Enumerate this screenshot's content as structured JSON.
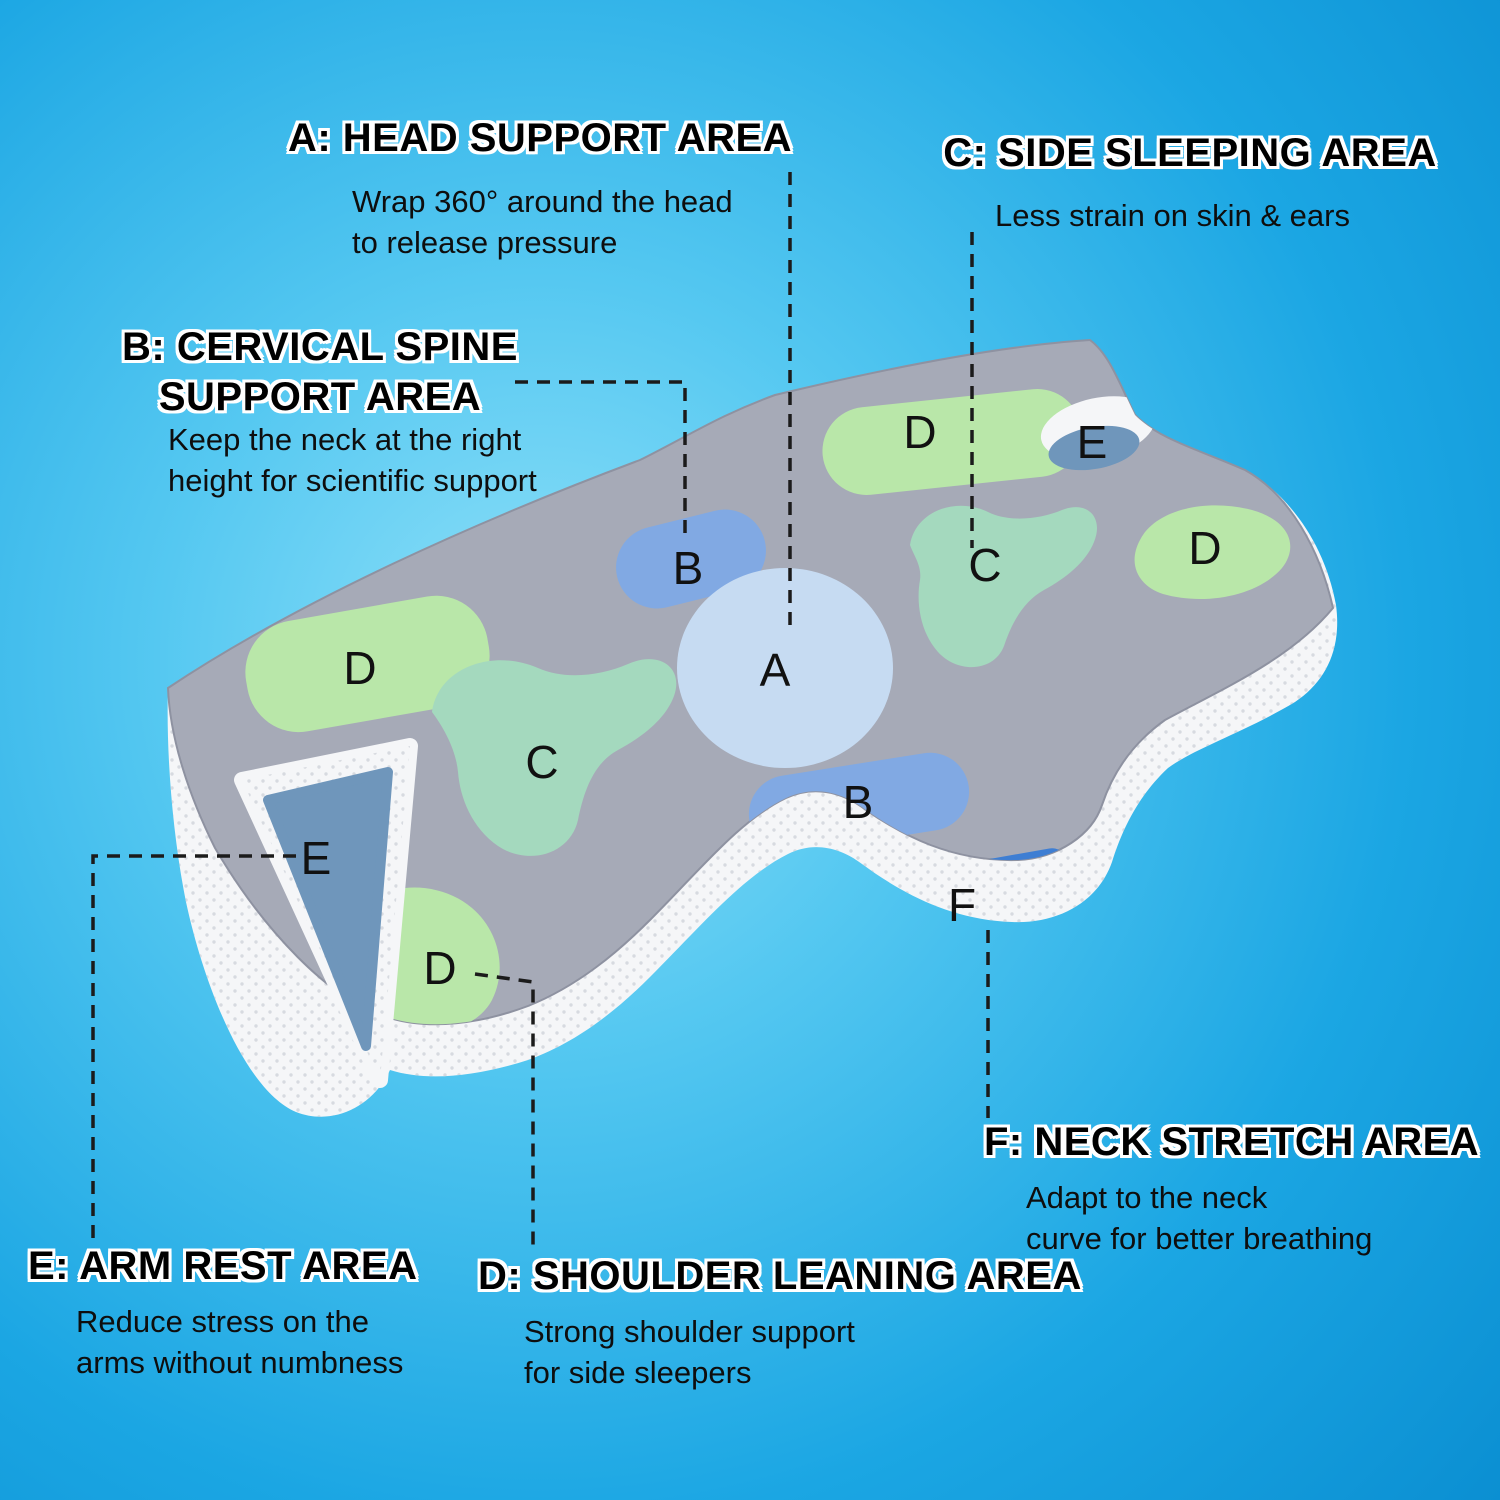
{
  "colors": {
    "bg_center": "#8fe0f8",
    "bg_edge": "#0b8fd2",
    "pillow_gray": "#a6aab7",
    "pillow_edge": "#8e92a1",
    "mesh_white": "#f5f6f8",
    "mesh_dot": "#cfd3da",
    "zone_a": "#c6dbf2",
    "zone_b": "#81a9e3",
    "zone_c": "#a4d9be",
    "zone_d": "#b9e7a9",
    "zone_e": "#6f96bb",
    "zone_f": "#3e7ed3",
    "leader_line": "#1b1b1b"
  },
  "annotations": {
    "a": {
      "title": "A: HEAD SUPPORT AREA",
      "line1": "Wrap 360° around the head",
      "line2": "to release pressure"
    },
    "c": {
      "title": "C: SIDE SLEEPING AREA",
      "line1": "Less strain on skin & ears"
    },
    "b": {
      "title_line1": "B: CERVICAL SPINE",
      "title_line2": "SUPPORT AREA",
      "line1": "Keep the neck at the right",
      "line2": "height for scientific support"
    },
    "e": {
      "title": "E: ARM REST AREA",
      "line1": "Reduce stress on the",
      "line2": "arms without numbness"
    },
    "d": {
      "title": "D: SHOULDER LEANING AREA",
      "line1": "Strong shoulder support",
      "line2": "for side sleepers"
    },
    "f": {
      "title": "F: NECK STRETCH AREA",
      "line1": "Adapt to the neck",
      "line2": "curve for better breathing"
    }
  },
  "zone_letters": {
    "d_top": "D",
    "e_top_right": "E",
    "d_right": "D",
    "c_right": "C",
    "b_upper": "B",
    "a_center": "A",
    "d_left": "D",
    "c_left": "C",
    "b_lower": "B",
    "f_center": "F",
    "e_left": "E",
    "d_bottom_left": "D"
  }
}
